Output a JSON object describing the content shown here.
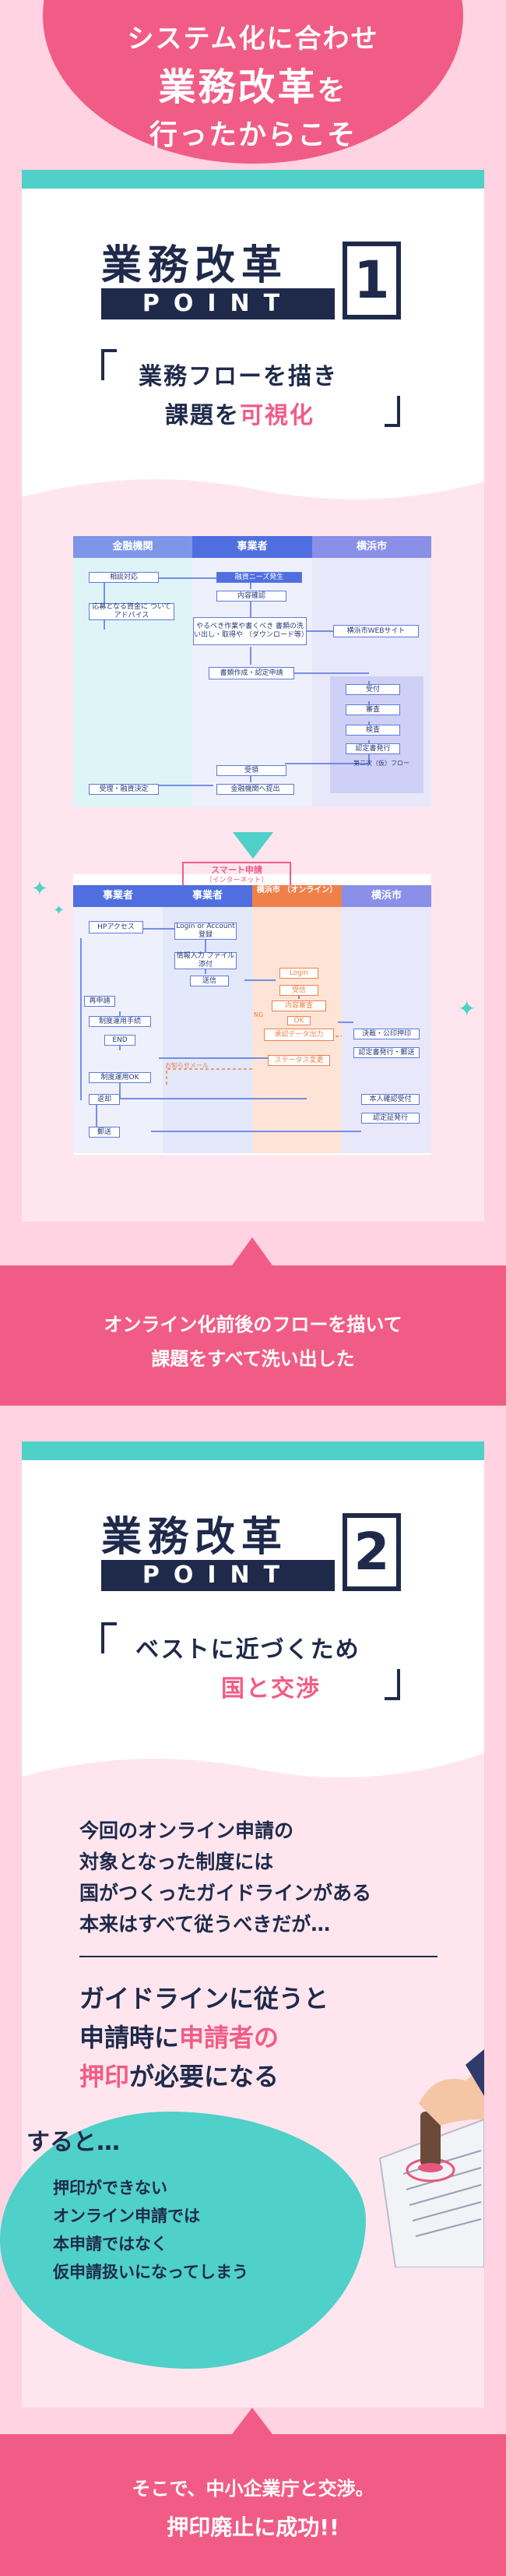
{
  "header": {
    "line1": "システム化に合わせ",
    "line2": "業務改革",
    "line2_suffix": "を",
    "line3": "行ったからこそ"
  },
  "point1": {
    "title": "業務改革",
    "point_label": "POINT",
    "number": "1",
    "quote_line1": "業務フローを描き",
    "quote_line2_pre": "課題を",
    "quote_line2_highlight": "可視化",
    "before_diagram": {
      "columns": [
        "金融機関",
        "事業者",
        "横浜市"
      ],
      "boxes": [
        "相談対応",
        "応募となる資金に ついてアドバイス",
        "融資ニーズ発生",
        "内容確認",
        "やるべき作業や書くべき 書類の洗い出し・取得や （ダウンロード等）",
        "横浜市WEBサイト",
        "書類作成・認定申請",
        "受付",
        "審査",
        "検査",
        "認定書発行",
        "受領",
        "金融機関へ提出",
        "受理・融資決定",
        "第二次（仮）フロー"
      ]
    },
    "after_diagram": {
      "smart_label": "スマート申請",
      "smart_sub": "（インターネット）",
      "columns": [
        "事業者",
        "事業者",
        "横浜市 （オンライン）",
        "横浜市"
      ],
      "boxes": [
        "HPアクセス",
        "Login or Account登録",
        "情報入力 ファイル添付",
        "送信",
        "Login",
        "受信",
        "内容審査",
        "OK",
        "承認データ出力",
        "ステータス変更",
        "決裁・公印押印",
        "認定書発行・郵送",
        "再申請",
        "制度運用手続",
        "END",
        "制度運用OK",
        "返却",
        "郵送",
        "本人確認受付",
        "認定証発行"
      ],
      "labels": [
        "NG",
        "お知らせメール"
      ]
    },
    "banner_line1": "オンライン化前後のフローを描いて",
    "banner_line2": "課題をすべて洗い出した"
  },
  "point2": {
    "title": "業務改革",
    "point_label": "POINT",
    "number": "2",
    "quote_line1": "ベストに近づくため",
    "quote_line2": "国と交渉",
    "body1": [
      "今回のオンライン申請の",
      "対象となった制度には",
      "国がつくったガイドラインがある",
      "本来はすべて従うべきだが…"
    ],
    "emph_line1": "ガイドラインに従うと",
    "emph_line2_pre": "申請時に",
    "emph_line2_highlight": "申請者の",
    "emph_line3_highlight": "押印",
    "emph_line3_post": "が必要になる",
    "then_label": "すると…",
    "blob_lines": [
      "押印ができない",
      "オンライン申請では",
      "本申請ではなく",
      "仮申請扱いになってしまう"
    ],
    "banner_line1": "そこで、中小企業庁と交渉。",
    "banner_line2": "押印廃止に成功!!"
  },
  "colors": {
    "pink": "#f15c86",
    "navy": "#1f2a4b",
    "teal": "#4fd0c8",
    "light_pink": "#ffd3e1"
  }
}
